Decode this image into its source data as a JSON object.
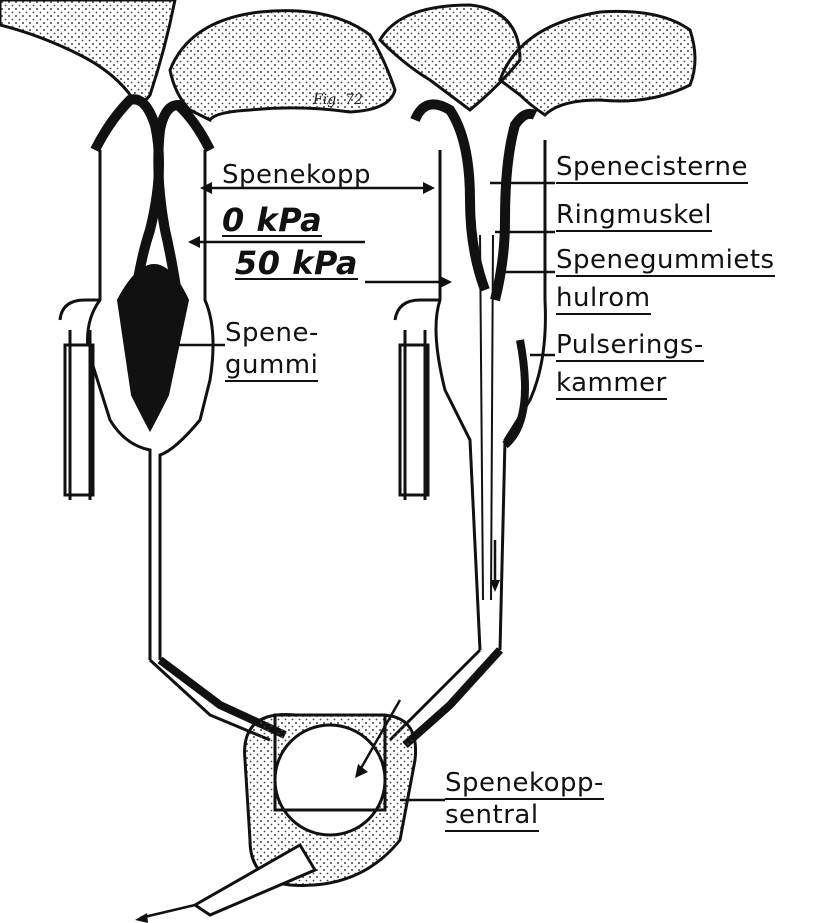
{
  "labels": {
    "spenekopp": "Spenekopp",
    "pressure_0": "0  kPa",
    "pressure_50": "50 kPa",
    "spenegummi_1": "Spene-",
    "spenegummi_2": "gummi",
    "spenecisterne": "Spenecisterne",
    "ringmuskel": "Ringmuskel",
    "spenegummiets_1": "Spenegummiets",
    "spenegummiets_2": "hulrom",
    "pulserings_1": "Pulserings-",
    "pulserings_2": "kammer",
    "spenekopp_sentral_1": "Spenekopp-",
    "spenekopp_sentral_2": "sentral"
  },
  "annotation": "Fig. 72",
  "colors": {
    "ink": "#111111",
    "paper": "#ffffff",
    "stipple": "#444444"
  }
}
